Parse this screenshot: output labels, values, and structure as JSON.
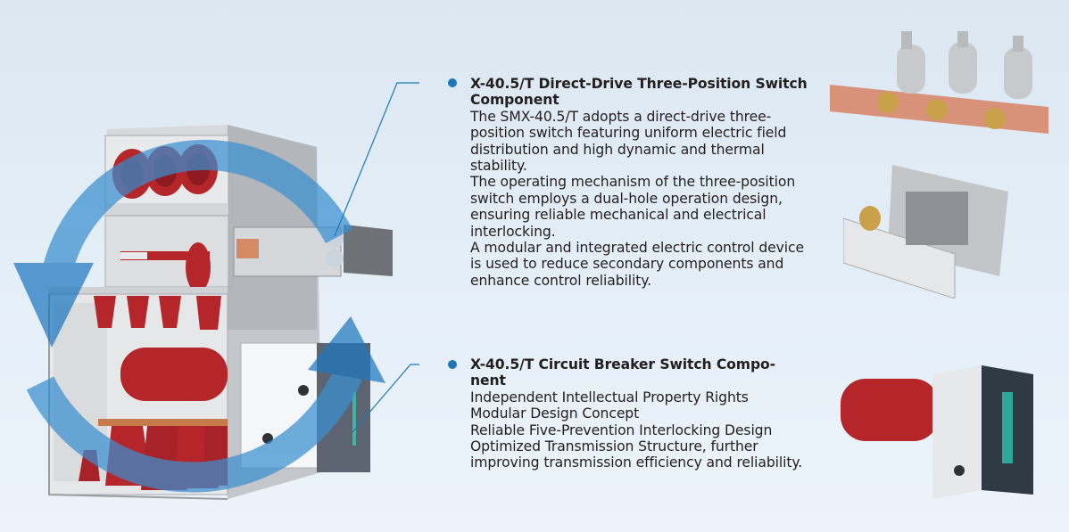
{
  "colors": {
    "background": "#e2ecf5",
    "accent_blue": "#1e78b8",
    "text": "#231f20",
    "insulator_red": "#b5262b",
    "metal_grey": "#b9bcc0"
  },
  "callouts": [
    {
      "title": "X-40.5/T Direct-Drive Three-Position Switch Component",
      "paragraphs": [
        "The SMX-40.5/T adopts a direct-drive three-position switch featuring uniform electric field distribution and high dynamic and thermal stability.",
        "The operating mechanism of the three-position switch employs a dual-hole operation design, ensuring reliable mechanical and electrical interlocking.",
        "A modular and integrated electric control device is used to reduce secondary components and enhance control reliability."
      ]
    },
    {
      "title": "X-40.5/T Circuit Breaker Switch Compo-nent",
      "paragraphs": [
        "Independent Intellectual Property Rights",
        "Modular Design Concept",
        "Reliable Five-Prevention Interlocking Design",
        "Optimized Transmission Structure, further improving transmission efficiency and reliability."
      ]
    }
  ],
  "images": {
    "main": "switchgear-cabinet-cutaway",
    "component_1": "three-position-switch-assembly",
    "component_2": "operating-mechanism",
    "component_3": "circuit-breaker-module"
  }
}
